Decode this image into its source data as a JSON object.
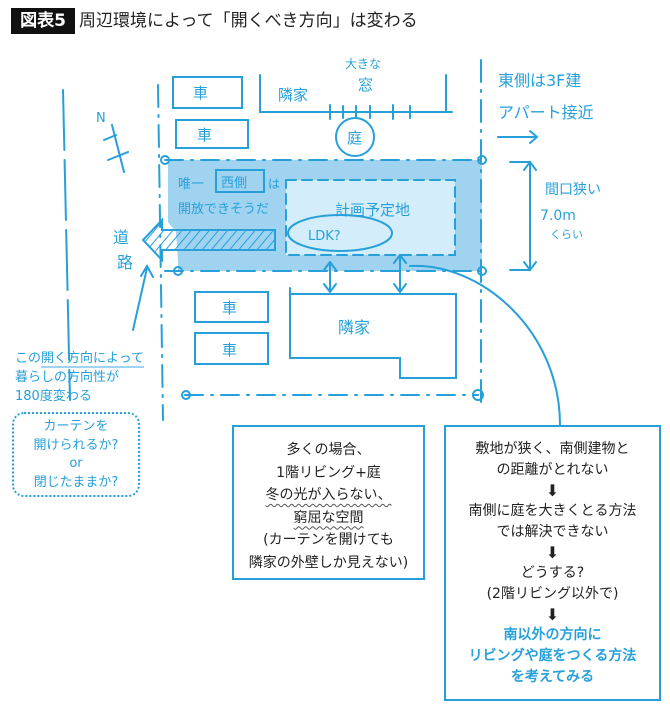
{
  "header": {
    "tag": "図表5",
    "title": "周辺環境によって「開くべき方向」は変わる"
  },
  "sketch": {
    "car": "車",
    "neighbor_north": "隣家",
    "big_window": [
      "大きな",
      "窓"
    ],
    "garden": "庭",
    "east_note": [
      "東側は3F建",
      "アパート接近"
    ],
    "north_mark": "N",
    "west_note": [
      "唯一",
      "西側",
      "は",
      "開放できそうだ"
    ],
    "site": "計画予定地",
    "ldk": "LDK?",
    "road": [
      "道",
      "路"
    ],
    "frontage": [
      "間口狭い",
      "7.0m",
      "くらい"
    ],
    "neighbor_south": "隣家"
  },
  "side_note": {
    "lines": [
      "この",
      "開く方向によって",
      "暮らしの方向性が",
      "180度変わる"
    ]
  },
  "dotted_note": {
    "lines": [
      "カーテンを",
      "開けられるか?",
      "or",
      "閉じたままか?"
    ]
  },
  "box_left": {
    "lines": [
      "多くの場合、",
      "1階リビング+庭",
      "冬の光が入らない、",
      "窮屈な空間",
      "(カーテンを開けても",
      "隣家の外壁しか見えない)"
    ]
  },
  "box_right": {
    "lines": [
      "敷地が狭く、南側建物と",
      "の距離がとれない",
      "南側に庭を大きくとる方法",
      "では解決できない",
      "どうする?",
      "(2階リビング以外で)"
    ],
    "conclusion": [
      "南以外の方向に",
      "リビングや庭をつくる方法",
      "を考えてみる"
    ],
    "arrow_glyph": "⬇"
  },
  "colors": {
    "accent": "#27a0d9",
    "site_outer": "#9fd3f0",
    "site_inner": "#d4edfb"
  }
}
